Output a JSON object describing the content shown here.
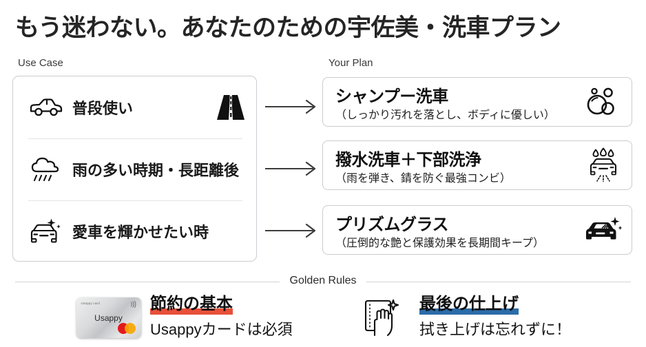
{
  "title": "もう迷わない。あなたのための宇佐美・洗車プラン",
  "columns": {
    "use_case_caption": "Use Case",
    "your_plan_caption": "Your Plan"
  },
  "use_cases": [
    {
      "label": "普段使い",
      "left_icon": "car-side-icon",
      "right_icon": "road-icon"
    },
    {
      "label": "雨の多い時期・長距離後",
      "left_icon": "rain-cloud-icon",
      "right_icon": ""
    },
    {
      "label": "愛車を輝かせたい時",
      "left_icon": "sparkle-car-icon",
      "right_icon": ""
    }
  ],
  "arrows": [
    {
      "name": "arrow-usecase-1-to-plan-1"
    },
    {
      "name": "arrow-usecase-2-to-plan-2"
    },
    {
      "name": "arrow-usecase-3-to-plan-3"
    }
  ],
  "plans": [
    {
      "title": "シャンプー洗車",
      "subtitle": "（しっかり汚れを落とし、ボディに優しい）",
      "icon": "bubbles-icon"
    },
    {
      "title": "撥水洗車＋下部洗浄",
      "subtitle": "（雨を弾き、錆を防ぐ最強コンビ）",
      "icon": "car-wash-icon"
    },
    {
      "title": "プリズムグラス",
      "subtitle": "（圧倒的な艶と保護効果を長期間キープ）",
      "icon": "shiny-car-icon"
    }
  ],
  "golden_rules": {
    "section_title": "Golden Rules",
    "items": [
      {
        "heading": "節約の基本",
        "sub": "Usappyカードは必須",
        "highlight_color": "#E8503A",
        "icon": "usappy-card-icon",
        "card": {
          "brand": "Usappy card",
          "name": "Usappy"
        }
      },
      {
        "heading": "最後の仕上げ",
        "sub": "拭き上げは忘れずに！",
        "highlight_color": "#2B6CA8",
        "icon": "wipe-hand-icon"
      }
    ]
  },
  "colors": {
    "card_border": "#c9ccd0",
    "divider": "#e2e4e7",
    "text": "#1a1a1a",
    "red_highlight": "#E8503A",
    "blue_highlight": "#2B6CA8"
  }
}
